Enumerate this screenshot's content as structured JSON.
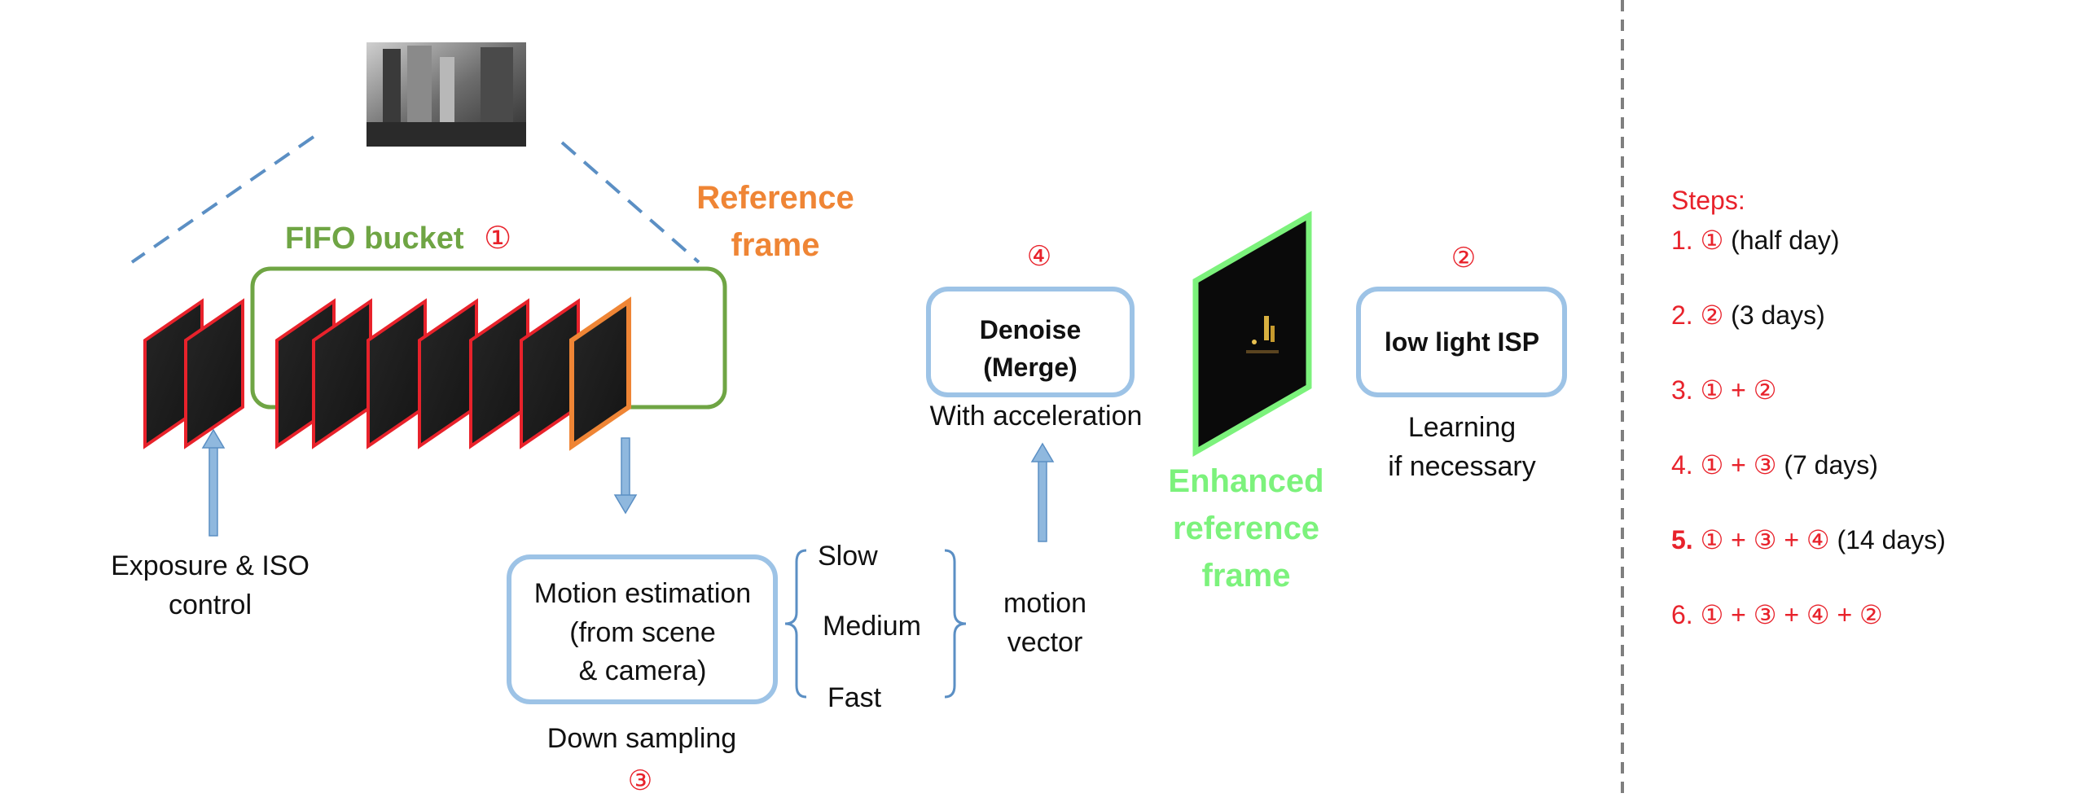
{
  "top_image": {
    "name": "city-street-photo"
  },
  "fifo": {
    "label": "FIFO bucket",
    "marker": "①"
  },
  "reference": {
    "line1": "Reference",
    "line2": "frame"
  },
  "exposure": {
    "line1": "Exposure & ISO",
    "line2": "control"
  },
  "motion_box": {
    "line1": "Motion estimation",
    "line2": "(from scene",
    "line3": "& camera)"
  },
  "down_sampling": "Down sampling",
  "marker3": "③",
  "speeds": [
    "Slow",
    "Medium",
    "Fast"
  ],
  "motion_vector": {
    "line1": "motion",
    "line2": "vector"
  },
  "denoise": {
    "marker": "④",
    "line1": "Denoise",
    "line2": "(Merge)",
    "caption": "With acceleration"
  },
  "enhanced": {
    "line1": "Enhanced",
    "line2": "reference",
    "line3": "frame"
  },
  "isp": {
    "marker": "②",
    "label": "low light ISP",
    "caption1": "Learning",
    "caption2": "if necessary"
  },
  "steps": {
    "title": "Steps:",
    "items": [
      {
        "num": "1.",
        "combo": "①",
        "dur": " (half day)"
      },
      {
        "num": "2.",
        "combo": "②",
        "dur": " (3 days)"
      },
      {
        "num": "3.",
        "combo": "① + ②",
        "dur": ""
      },
      {
        "num": "4.",
        "combo": "① + ③",
        "dur": " (7 days)"
      },
      {
        "num": "5.",
        "combo": "① + ③ + ④",
        "dur": " (14 days)"
      },
      {
        "num": "6.",
        "combo": "① + ③ + ④ + ②",
        "dur": ""
      }
    ]
  },
  "colors": {
    "red": "#e8222b",
    "green": "#6fa544",
    "orange": "#ef8535",
    "blue": "#8fb8de",
    "blue_dark": "#5b8fc4",
    "bright_green": "#7cf27c",
    "divider": "#7f7f7f"
  }
}
